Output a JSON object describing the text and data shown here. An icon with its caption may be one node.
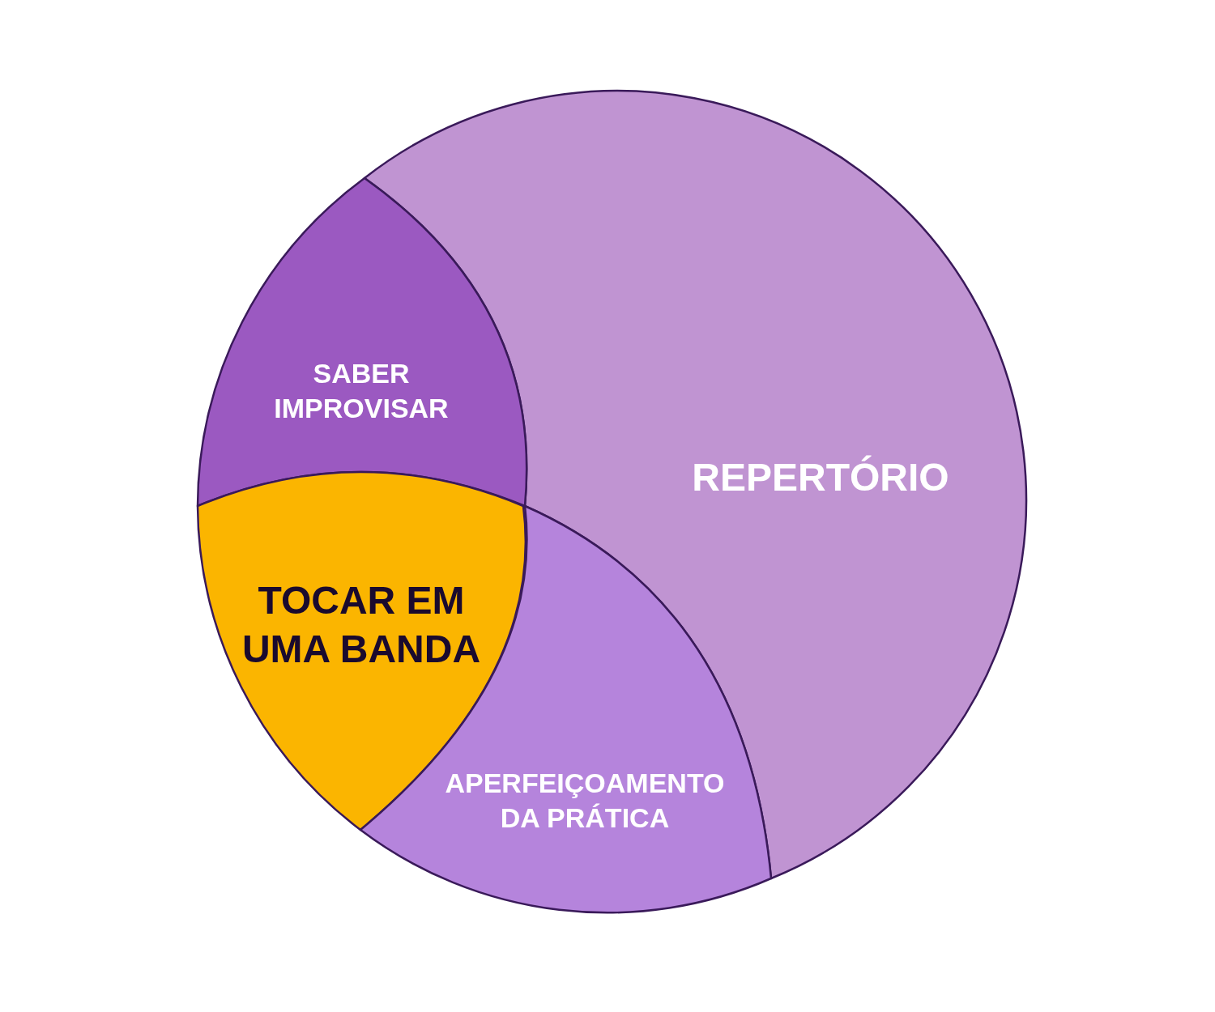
{
  "diagram": {
    "nodes": [
      {
        "text": [
          "REPERTÓRIO"
        ]
      },
      {
        "text": [
          "SABER IMPROVISAR"
        ]
      },
      {
        "text": [
          "TOCAR EM UMA BANDA"
        ]
      },
      {
        "text": [
          "APERFEIÇOAMENTO DA PRÁTICA"
        ]
      }
    ]
  }
}
